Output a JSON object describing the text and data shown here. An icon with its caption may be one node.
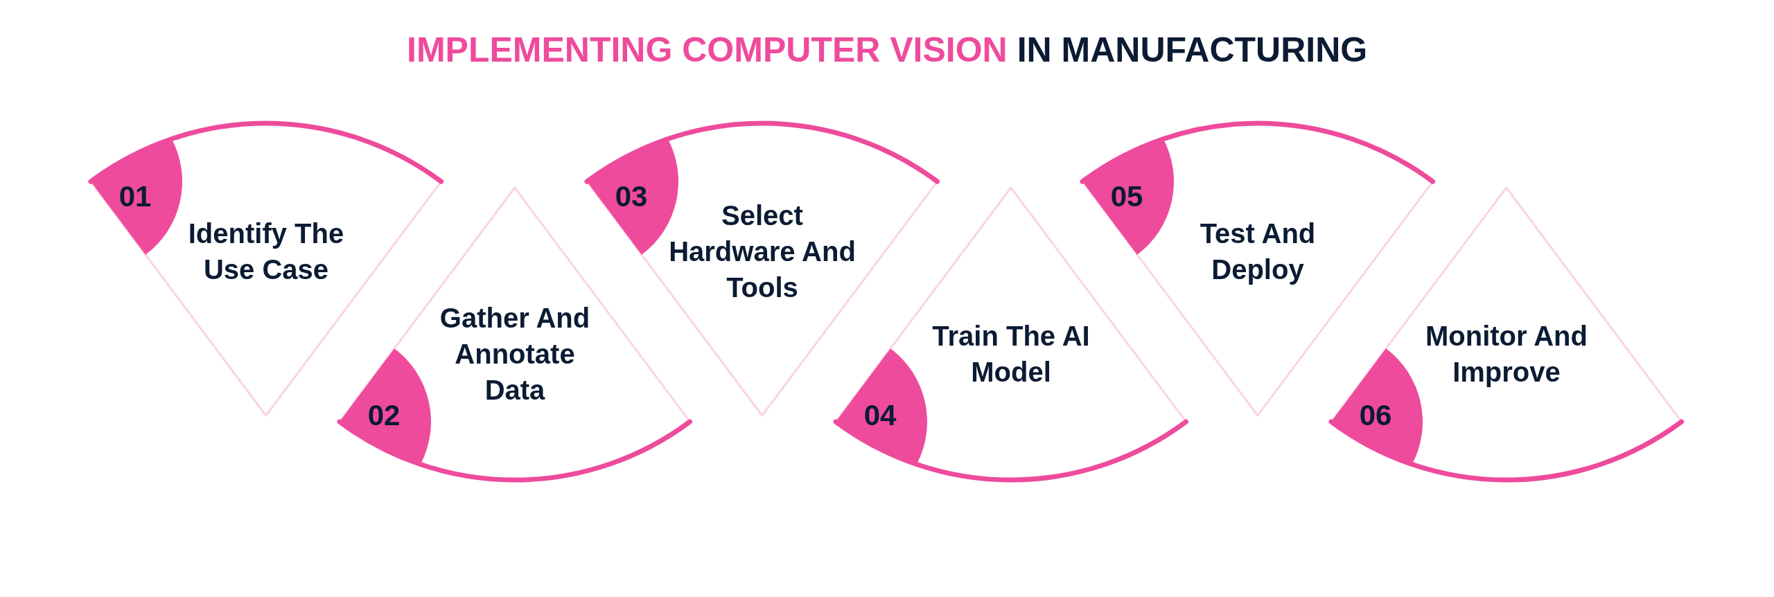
{
  "diagram": {
    "title": "IMPLEMENTING COMPUTER VISION IN MANUFACTURING",
    "nodes": [
      {
        "text": [
          "01",
          "Identify The Use Case"
        ]
      },
      {
        "text": [
          "02",
          "Gather And Annotate Data"
        ]
      },
      {
        "text": [
          "03",
          "Select Hardware And Tools"
        ]
      },
      {
        "text": [
          "04",
          "Train The AI Model"
        ]
      },
      {
        "text": [
          "05",
          "Test And Deploy"
        ]
      },
      {
        "text": [
          "06",
          "Monitor And Improve"
        ]
      }
    ]
  }
}
